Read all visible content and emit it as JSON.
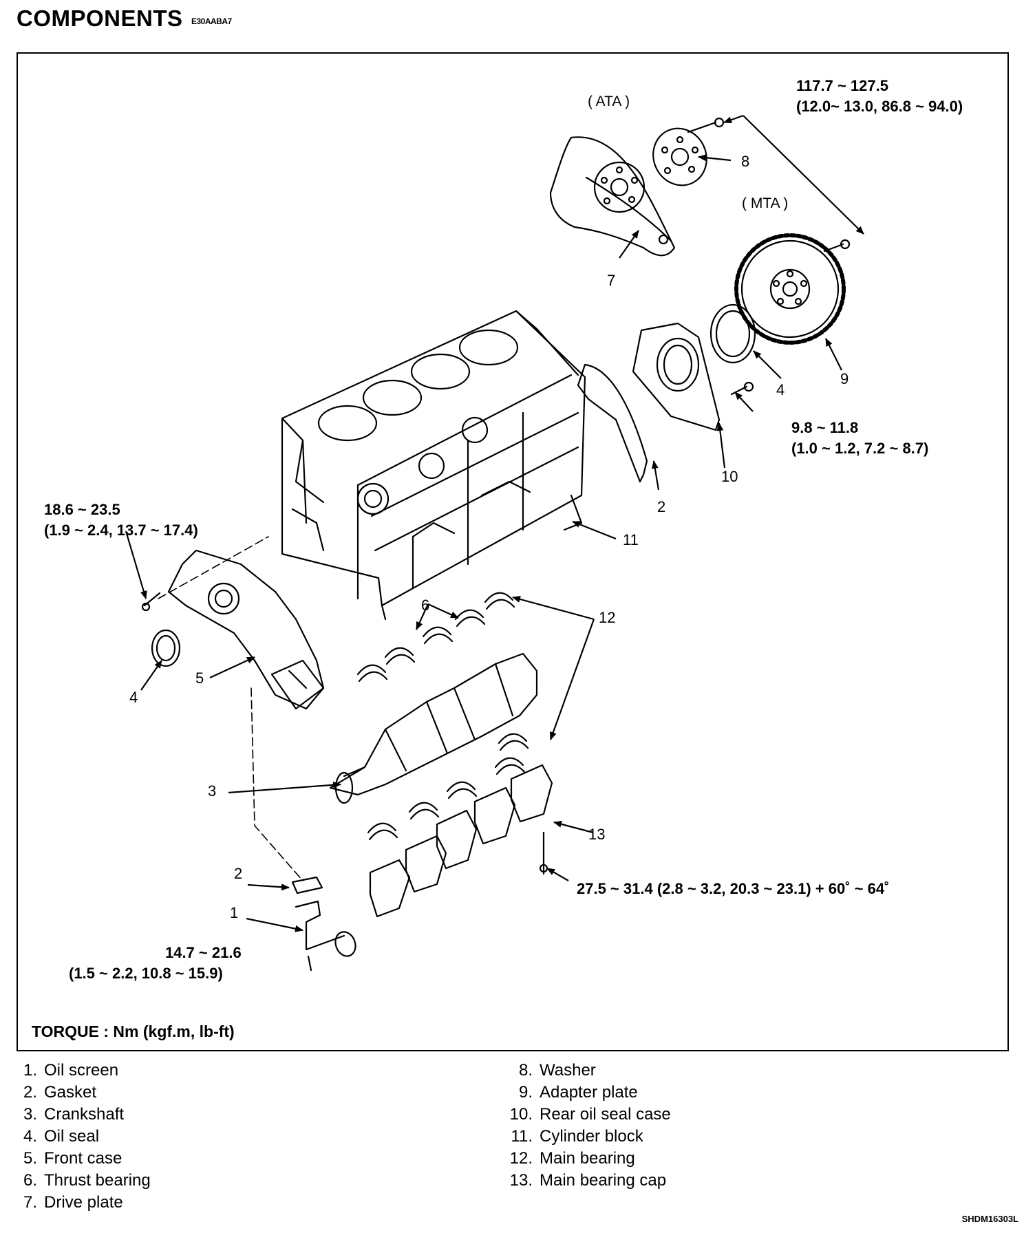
{
  "header": {
    "title": "COMPONENTS",
    "code": "E30AABA7"
  },
  "callouts": {
    "c1": "1",
    "c2a": "2",
    "c2b": "2",
    "c3": "3",
    "c4a": "4",
    "c4b": "4",
    "c5": "5",
    "c6": "6",
    "c7": "7",
    "c8": "8",
    "c9": "9",
    "c10": "10",
    "c11": "11",
    "c12": "12",
    "c13": "13"
  },
  "variants": {
    "ata": "( ATA )",
    "mta": "( MTA )"
  },
  "torques": {
    "t_adapter": {
      "line1": "117.7 ~ 127.5",
      "line2": "(12.0~ 13.0, 86.8 ~ 94.0)"
    },
    "t_rear_case": {
      "line1": "9.8 ~ 11.8",
      "line2": "(1.0 ~ 1.2, 7.2 ~ 8.7)"
    },
    "t_front_case": {
      "line1": "18.6 ~ 23.5",
      "line2": "(1.9 ~ 2.4, 13.7 ~ 17.4)"
    },
    "t_bearing_cap": {
      "line1": "27.5 ~ 31.4 (2.8 ~ 3.2, 20.3 ~ 23.1) + 60˚ ~ 64˚"
    },
    "t_oil_screen": {
      "line1": "14.7 ~ 21.6",
      "line2": "(1.5 ~ 2.2, 10.8 ~ 15.9)"
    }
  },
  "torque_legend": "TORQUE : Nm (kgf.m, lb-ft)",
  "legend_left": [
    {
      "num": "1.",
      "text": "Oil screen"
    },
    {
      "num": "2.",
      "text": "Gasket"
    },
    {
      "num": "3.",
      "text": "Crankshaft"
    },
    {
      "num": "4.",
      "text": "Oil seal"
    },
    {
      "num": "5.",
      "text": "Front case"
    },
    {
      "num": "6.",
      "text": "Thrust bearing"
    },
    {
      "num": "7.",
      "text": "Drive plate"
    }
  ],
  "legend_right": [
    {
      "num": "8.",
      "text": "Washer"
    },
    {
      "num": "9.",
      "text": "Adapter plate"
    },
    {
      "num": "10.",
      "text": "Rear oil seal case"
    },
    {
      "num": "11.",
      "text": "Cylinder block"
    },
    {
      "num": "12.",
      "text": "Main bearing"
    },
    {
      "num": "13.",
      "text": "Main bearing cap"
    }
  ],
  "footer_code": "SHDM16303L"
}
